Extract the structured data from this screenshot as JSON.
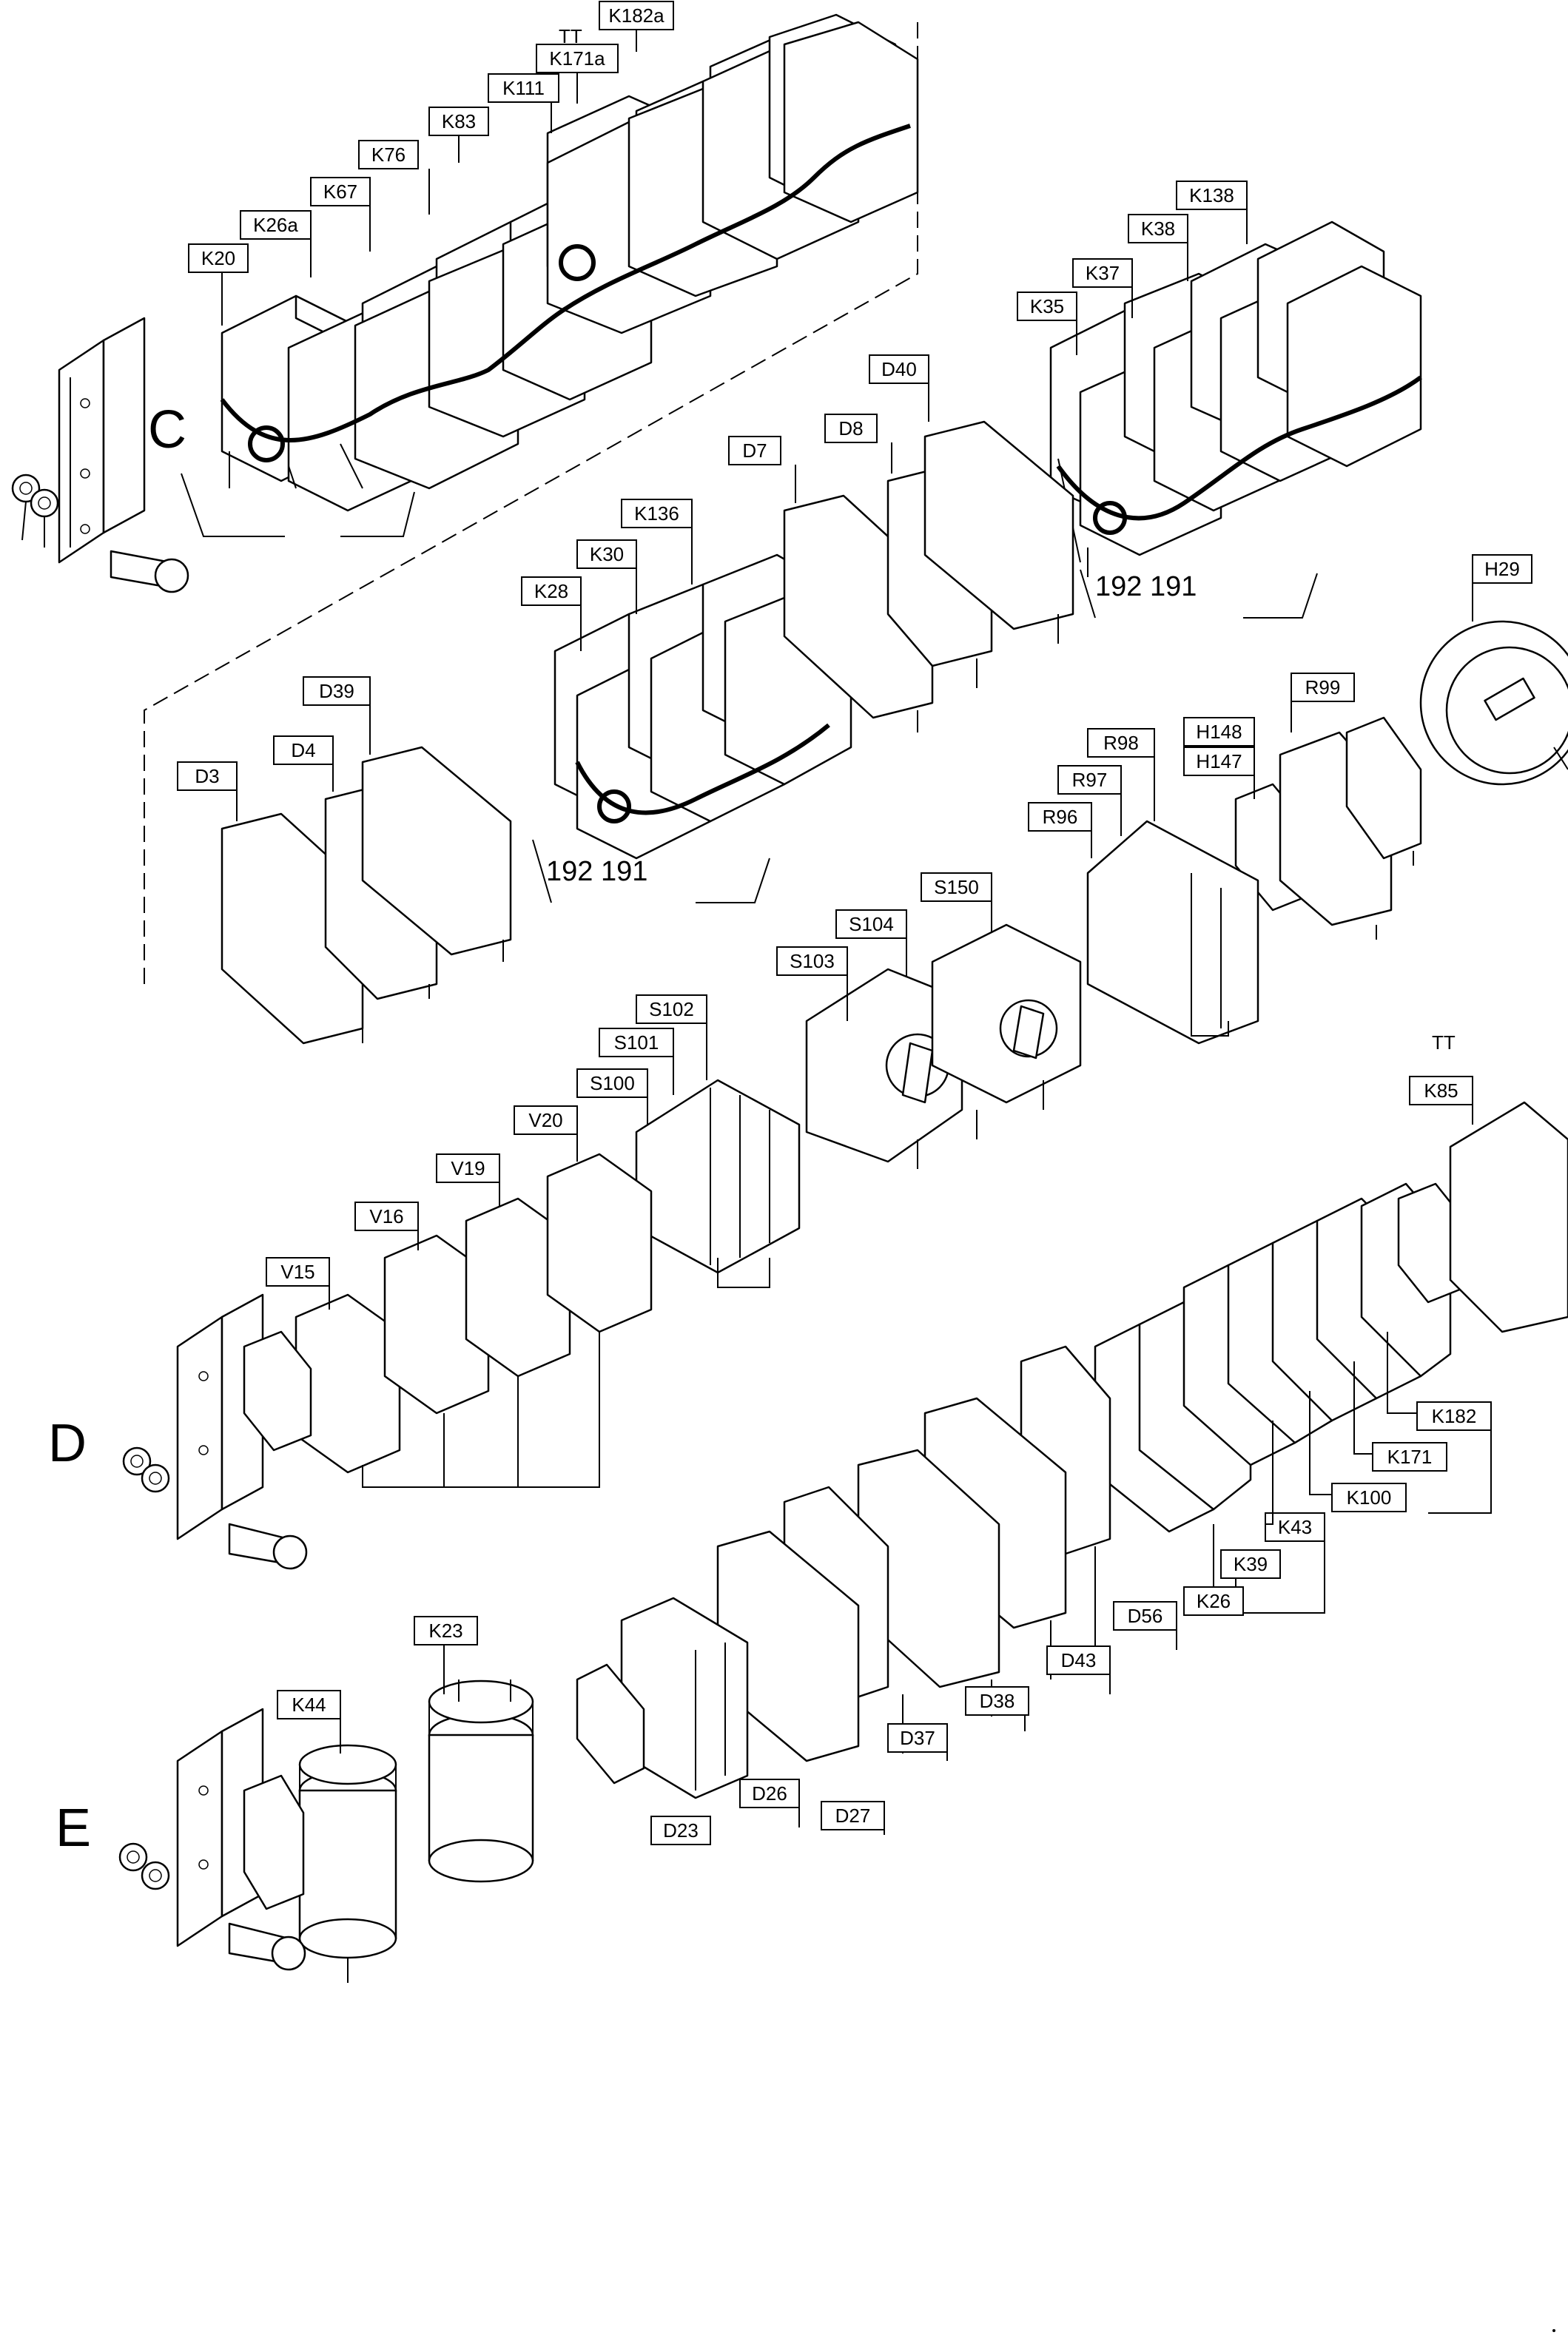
{
  "sections": [
    {
      "id": "C",
      "label": "C"
    },
    {
      "id": "D",
      "label": "D"
    },
    {
      "id": "E",
      "label": "E"
    }
  ],
  "callouts": [
    "TT",
    "K182a",
    "K171a",
    "K111",
    "K83",
    "K76",
    "K67",
    "K26a",
    "K20",
    "K138",
    "K38",
    "K37",
    "K35",
    "D40",
    "D8",
    "D7",
    "K136",
    "K30",
    "K28",
    "D39",
    "D4",
    "D3",
    "H29",
    "R99",
    "H148",
    "H147",
    "R98",
    "R97",
    "R96",
    "S150",
    "S104",
    "S103",
    "S102",
    "S101",
    "S100",
    "V20",
    "V19",
    "V16",
    "V15",
    "TT",
    "K85",
    "K182",
    "K171",
    "K100",
    "K43",
    "K39",
    "K26",
    "D56",
    "D43",
    "D38",
    "D37",
    "D27",
    "D26",
    "D23",
    "K23",
    "K44"
  ],
  "wire_labels": [
    "192 191",
    "192 191"
  ]
}
